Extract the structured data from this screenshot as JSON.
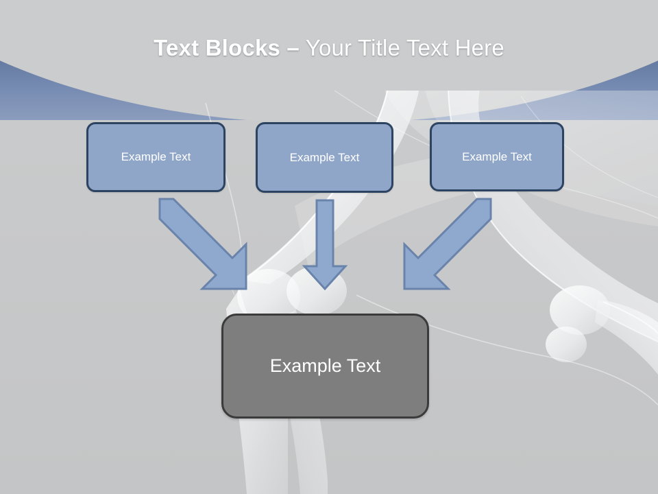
{
  "slide": {
    "title": {
      "bold_part": "Text Blocks –",
      "light_part": " Your Title Text Here",
      "full": "Text Blocks – Your Title Text Here"
    },
    "background": {
      "theme": "x-ray-skeleton-leg",
      "header_color_top": "#42567a",
      "header_color_bottom": "#8b9dbe",
      "arc_light_color": "#b9c3d2",
      "body_color": "#cbcccd"
    },
    "boxes": [
      {
        "id": "box1",
        "label": "Example Text",
        "fill": "#90a6c8",
        "border": "#2c4361"
      },
      {
        "id": "box2",
        "label": "Example Text",
        "fill": "#90a6c8",
        "border": "#2c4361"
      },
      {
        "id": "box3",
        "label": "Example Text",
        "fill": "#90a6c8",
        "border": "#2c4361"
      }
    ],
    "result_box": {
      "label": "Example Text",
      "fill": "#7e7e7e",
      "border": "#3b3b3b"
    },
    "arrows": [
      {
        "id": "arrow-left",
        "direction": "down-right",
        "fill": "#8fa8cd",
        "stroke": "#6a83ab"
      },
      {
        "id": "arrow-middle",
        "direction": "down",
        "fill": "#8fa8cd",
        "stroke": "#6a83ab"
      },
      {
        "id": "arrow-right",
        "direction": "down-left",
        "fill": "#8fa8cd",
        "stroke": "#6a83ab"
      }
    ]
  }
}
